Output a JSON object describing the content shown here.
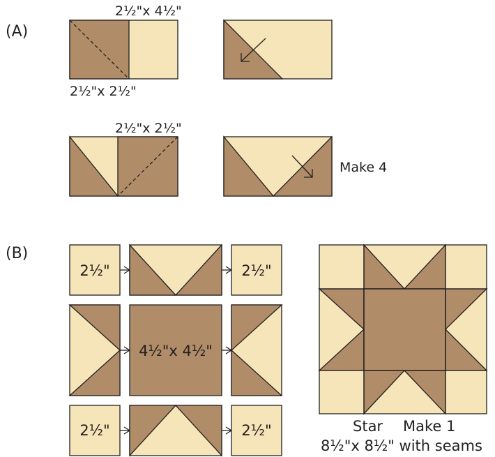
{
  "section_a_label": "(A)",
  "section_b_label": "(B)",
  "step1": {
    "rect_size_label": "2½\"x 4½\"",
    "square_size_label": "2½\"x 2½\""
  },
  "step2": {
    "square_size_label": "2½\"x 2½\"",
    "make_label": "Make 4"
  },
  "assembly": {
    "corner_tl": "2½\"",
    "corner_tr": "2½\"",
    "corner_bl": "2½\"",
    "corner_br": "2½\"",
    "center": "4½\"x 4½\""
  },
  "block": {
    "name": "Star",
    "make_label": "Make 1",
    "size_label": "8½\"x 8½\" with seams"
  },
  "colors": {
    "light_fabric": "#f5e5b8",
    "dark_fabric": "#b08d68",
    "outline": "#231f20"
  }
}
